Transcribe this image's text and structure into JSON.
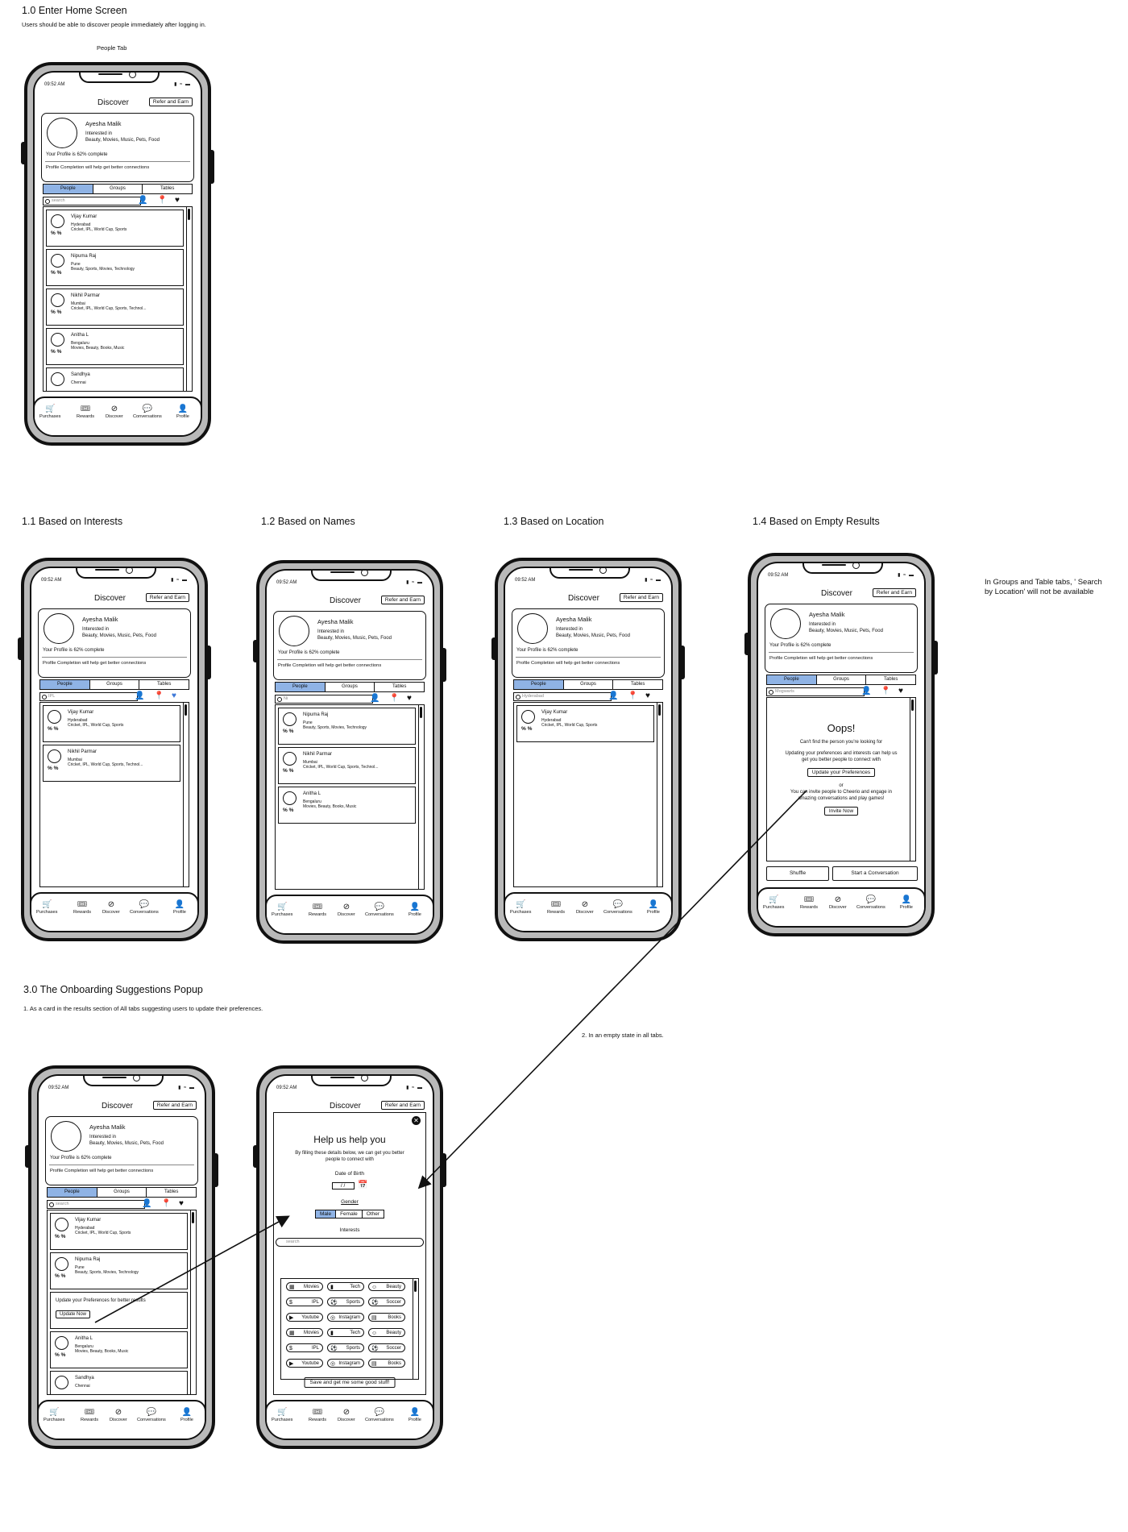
{
  "headings": {
    "h10": "1.0 Enter Home Screen",
    "h10_sub": "Users should be able to discover people immediately after logging in.",
    "people_tab": "People Tab",
    "h11": "1.1 Based on Interests",
    "h12": "1.2 Based on Names",
    "h13": "1.3 Based on Location",
    "h14": "1.4 Based on Empty Results",
    "side_note": "In Groups and Table tabs, ' Search by Location' will not be available",
    "h30": "3.0 The Onboarding Suggestions Popup",
    "h30_sub": "1.  As a card in the results section of All tabs suggesting users to update their preferences.",
    "empty_note": "2. In an empty state in all tabs."
  },
  "common": {
    "time": "09:52 AM",
    "status": "▮ ≈ ▬",
    "discover": "Discover",
    "refer": "Refer and Earn",
    "profile_name": "Ayesha Malik",
    "interested_in": "Interested in",
    "interests": "Beauty, Movies, Music, Pets, Food",
    "completion": "Your Profile is 62% complete",
    "completion_msg": "Profile Completion will help get better connections",
    "tabs": [
      "People",
      "Groups",
      "Tables"
    ],
    "search_placeholder": "search",
    "percent_sym": "% %",
    "nav": [
      "Purchases",
      "Rewards",
      "Discover",
      "Conversations",
      "Profile"
    ]
  },
  "people": [
    {
      "name": "Vijay Kumar",
      "city": "Hyderabad",
      "interests": "Cricket, IPL, World Cup, Sports"
    },
    {
      "name": "Nipuma Raj",
      "city": "Pune",
      "interests": "Beauty, Sports, Movies, Technology"
    },
    {
      "name": "Nikhil Parmar",
      "city": "Mumbai",
      "interests": "Cricket, IPL, World Cup, Sports, Technol..."
    },
    {
      "name": "Anitha L",
      "city": "Bengaluru",
      "interests": "Movies, Beauty, Books, Music"
    },
    {
      "name": "Sandhya",
      "city": "Chennai",
      "interests": ""
    }
  ],
  "searches": {
    "interests": "IPL",
    "names": "Ni",
    "location": "Hyderabad",
    "empty": "Mogwarts"
  },
  "empty": {
    "title": "Oops!",
    "msg1": "Can't find the person you're looking for",
    "msg2": "Updating your preferences and interests can help us get you better people to connect with",
    "update_btn": "Update your Preferences",
    "or": "or",
    "msg3": "You can invite people to Cheerio and engage in amazing conversations and play games!",
    "invite_btn": "Invite Now",
    "shuffle": "Shuffle",
    "start_conv": "Start a Conversation"
  },
  "update_card": {
    "text": "Update your Preferences for better results",
    "button": "Update Now"
  },
  "popup": {
    "title": "Help us help you",
    "desc": "By filling these details below, we can get you better people to connect with",
    "dob_label": "Date of Birth",
    "dob_value": "/ /",
    "gender_label": "Gender",
    "genders": [
      "Male",
      "Female",
      "Other"
    ],
    "interests_label": "Interests",
    "interests_placeholder": "search",
    "chips": [
      "Movies",
      "Tech",
      "Beauty",
      "IPL",
      "Sports",
      "Soccer",
      "Youtube",
      "Instagram",
      "Books",
      "Movies",
      "Tech",
      "Beauty",
      "IPL",
      "Sports",
      "Soccer",
      "Youtube",
      "Instagram",
      "Books"
    ],
    "save": "Save and get me some good stuff!"
  }
}
